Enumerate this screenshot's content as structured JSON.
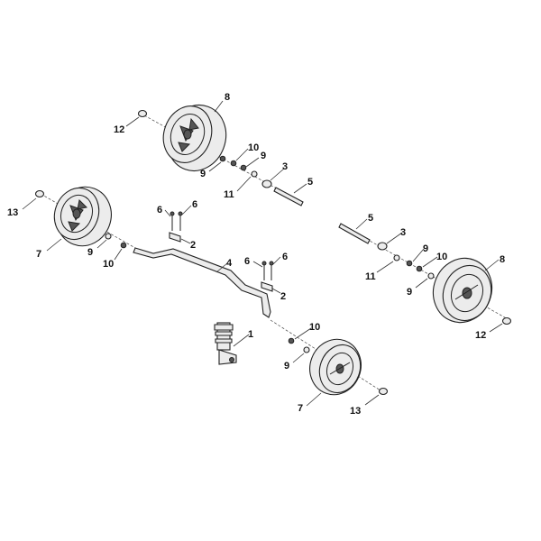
{
  "callouts": {
    "c8a": "8",
    "c12a": "12",
    "c10a": "10",
    "c9a": "9",
    "c9b": "9",
    "c3a": "3",
    "c11a": "11",
    "c5a": "5",
    "c13a": "13",
    "c7a": "7",
    "c9c": "9",
    "c10b": "10",
    "c6a": "6",
    "c6b": "6",
    "c2a": "2",
    "c4": "4",
    "c6c": "6",
    "c6d": "6",
    "c2b": "2",
    "c1": "1",
    "c10c": "10",
    "c9d": "9",
    "c7b": "7",
    "c13b": "13",
    "c5b": "5",
    "c3b": "3",
    "c9e": "9",
    "c10d": "10",
    "c11b": "11",
    "c9f": "9",
    "c8b": "8",
    "c12b": "12"
  }
}
